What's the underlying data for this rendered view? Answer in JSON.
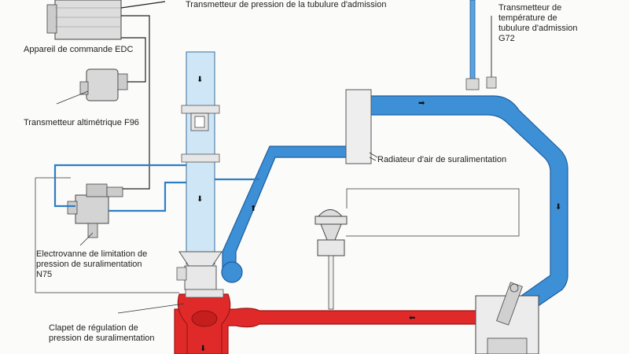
{
  "labels": {
    "pressure_sender": "Transmetteur de pression de la tubulure d'admission",
    "temp_sender": "Transmetteur de\ntempérature de\ntubulure d'admission\nG72",
    "edc_unit": "Appareil de commande EDC",
    "altitude_sender": "Transmetteur altimétrique F96",
    "intercooler": "Radiateur d'air de suralimentation",
    "solenoid_valve": "Electrovanne de limitation de\npression de suralimentation\nN75",
    "wastegate": "Clapet de régulation de\npression de suralimentation"
  },
  "colors": {
    "charge_air": "#3d8fd6",
    "exhaust": "#e02a2a",
    "intake": "#c9e3f5",
    "vacuum_line": "#2f7dc4",
    "component": "#d8d8d8"
  }
}
